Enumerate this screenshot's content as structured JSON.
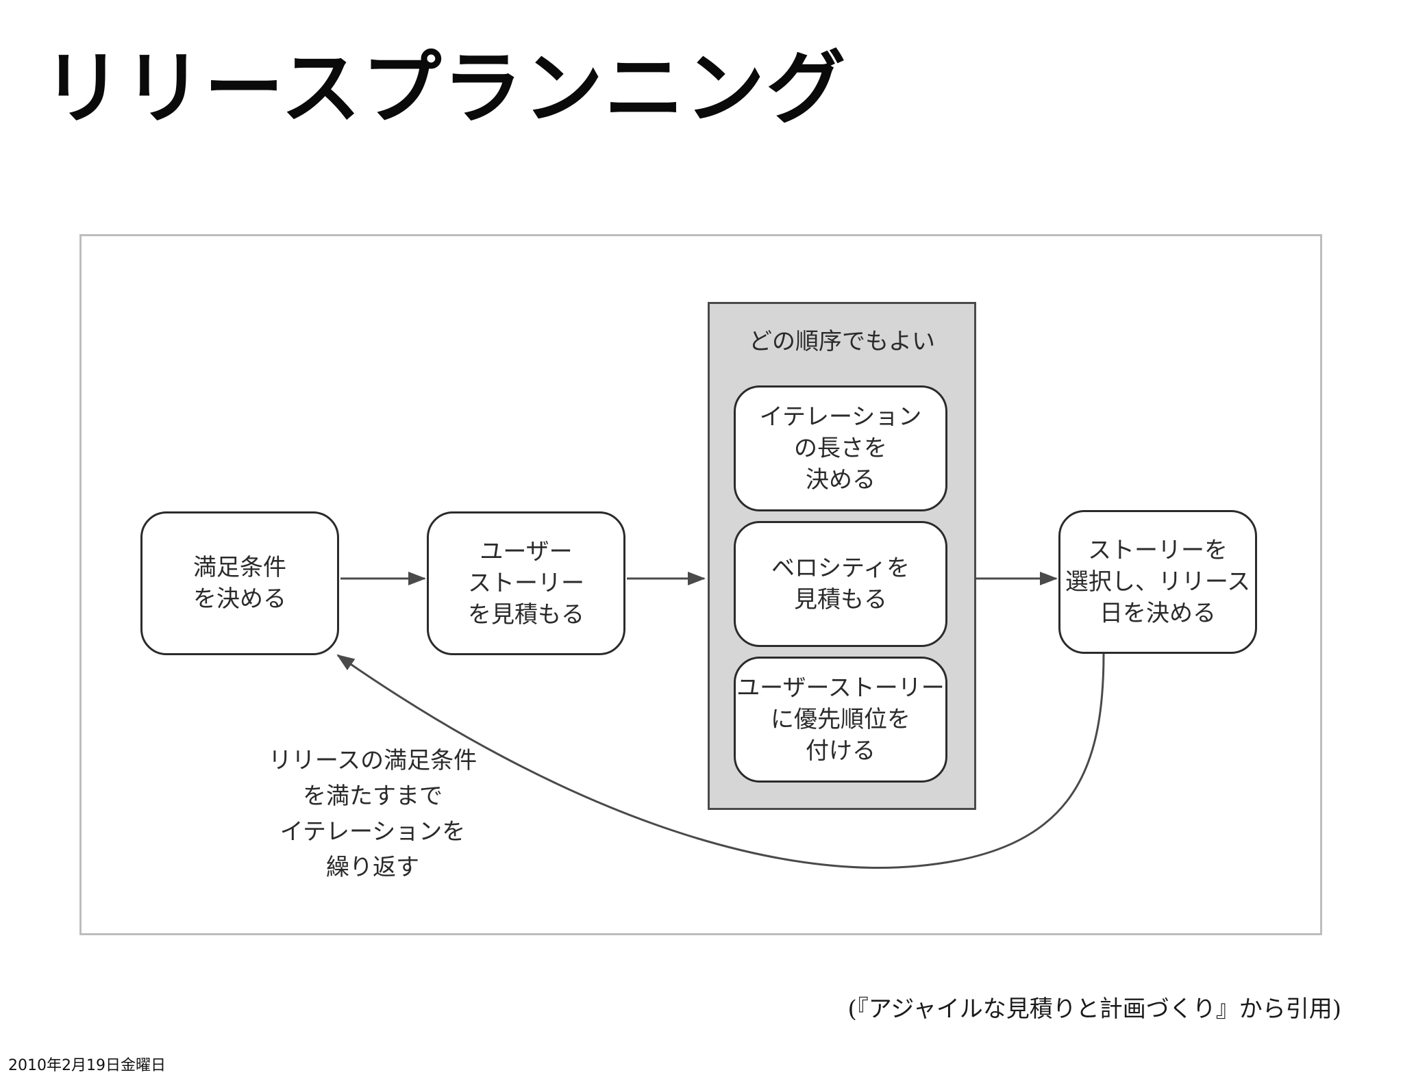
{
  "slide": {
    "title": "リリースプランニング",
    "citation": "(『アジャイルな見積りと計画づくり』から引用)",
    "footer_date": "2010年2月19日金曜日"
  },
  "diagram": {
    "steps": [
      {
        "label": "満足条件\nを決める"
      },
      {
        "label": "ユーザー\nストーリー\nを見積もる"
      },
      {
        "label": "ストーリーを\n選択し、リリース\n日を決める"
      }
    ],
    "group": {
      "label": "どの順序でもよい",
      "items": [
        {
          "label": "イテレーション\nの長さを\n決める"
        },
        {
          "label": "ベロシティを\n見積もる"
        },
        {
          "label": "ユーザーストーリー\nに優先順位を\n付ける"
        }
      ]
    },
    "feedback_label": "リリースの満足条件\nを満たすまで\nイテレーションを\n繰り返す"
  }
}
